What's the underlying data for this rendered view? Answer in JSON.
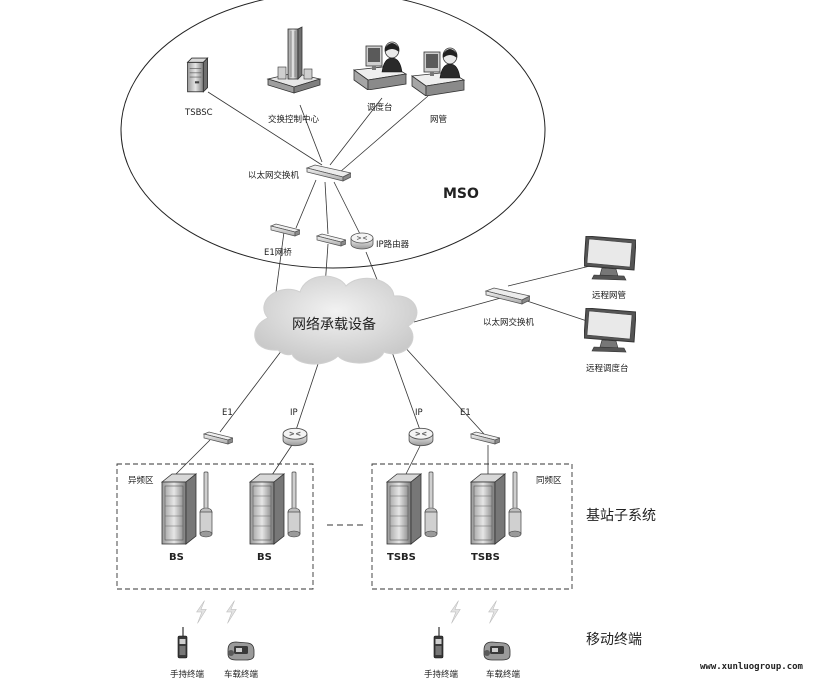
{
  "mso": {
    "title": "MSO",
    "tsbsc": "TSBSC",
    "switch_center": "交换控制中心",
    "dispatch": "调度台",
    "netmgmt": "网管",
    "ether_switch": "以太网交换机",
    "e1_bridge": "E1网桥",
    "ip_router": "IP路由器"
  },
  "network": {
    "cloud": "网络承载设备"
  },
  "remote": {
    "ether_switch": "以太网交换机",
    "netmgmt": "远程网管",
    "dispatch": "远程调度台"
  },
  "links": {
    "left_e1": "E1",
    "left_ip": "IP",
    "right_ip": "IP",
    "right_e1": "E1"
  },
  "base": {
    "left_zone": "异频区",
    "right_zone": "同频区",
    "bs1": "BS",
    "bs2": "BS",
    "tsbs1": "TSBS",
    "tsbs2": "TSBS",
    "section_label": "基站子系统"
  },
  "mobile": {
    "handheld_left": "手持终端",
    "vehicle_left": "车载终端",
    "handheld_right": "手持终端",
    "vehicle_right": "车载终端",
    "section_label": "移动终端"
  },
  "watermark": "www.xunluogroup.com"
}
